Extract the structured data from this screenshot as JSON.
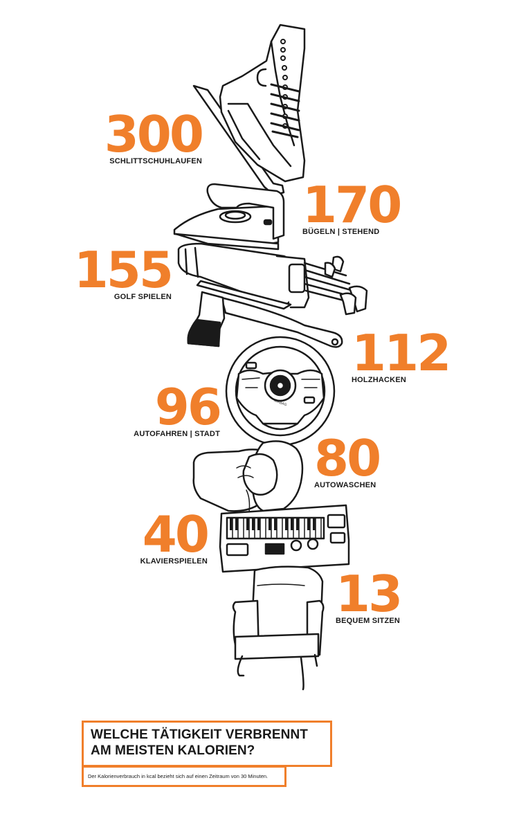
{
  "stats": [
    {
      "value": "300",
      "label": "SCHLITTSCHUHLAUFEN"
    },
    {
      "value": "170",
      "label": "BÜGELN | STEHEND"
    },
    {
      "value": "155",
      "label": "GOLF SPIELEN"
    },
    {
      "value": "112",
      "label": "HOLZHACKEN"
    },
    {
      "value": "96",
      "label": "AUTOFAHREN | STADT"
    },
    {
      "value": "80",
      "label": "AUTOWASCHEN"
    },
    {
      "value": "40",
      "label": "KLAVIERSPIELEN"
    },
    {
      "value": "13",
      "label": "BEQUEM SITZEN"
    }
  ],
  "wheel_text": "AIRBAG",
  "title": {
    "line1": "WELCHE TÄTIGKEIT VERBRENNT",
    "line2": "AM MEISTEN KALORIEN?"
  },
  "note": "Der Kalorienverbrauch in kcal bezieht sich auf einen Zeitraum von 30 Minuten.",
  "colors": {
    "accent": "#f07f2b",
    "ink": "#1a1a1a"
  },
  "icons": [
    "ice-skate-icon",
    "iron-icon",
    "golf-bag-icon",
    "axe-icon",
    "steering-wheel-icon",
    "sponge-hands-icon",
    "keyboard-icon",
    "armchair-icon"
  ]
}
